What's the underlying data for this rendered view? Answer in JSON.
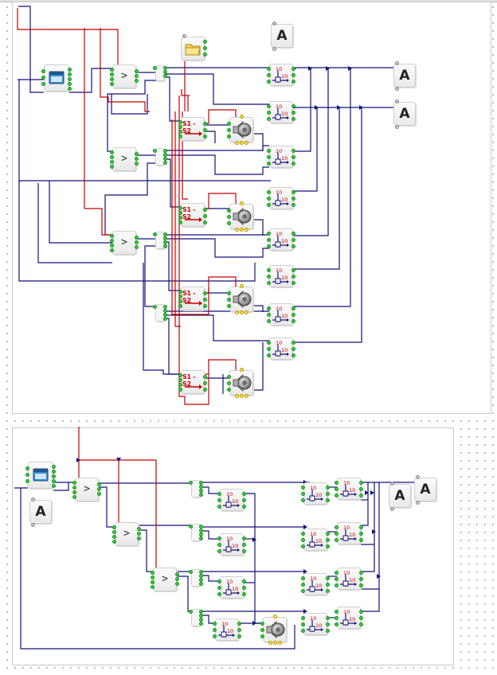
{
  "labels": {
    "comparator": ">",
    "output_letter": "A",
    "arith": "S1 - S2",
    "arith_s1": "S1",
    "arith_s2": "S2",
    "num": "10"
  },
  "colors": {
    "signal_wire": "#12127a",
    "control_wire": "#c40000",
    "pin": "#31d13a",
    "audio_pin": "#ffe34d"
  },
  "icons": {
    "window": "window-icon",
    "folder": "folder-icon",
    "speaker": "speaker-icon",
    "split": "split-icon"
  }
}
